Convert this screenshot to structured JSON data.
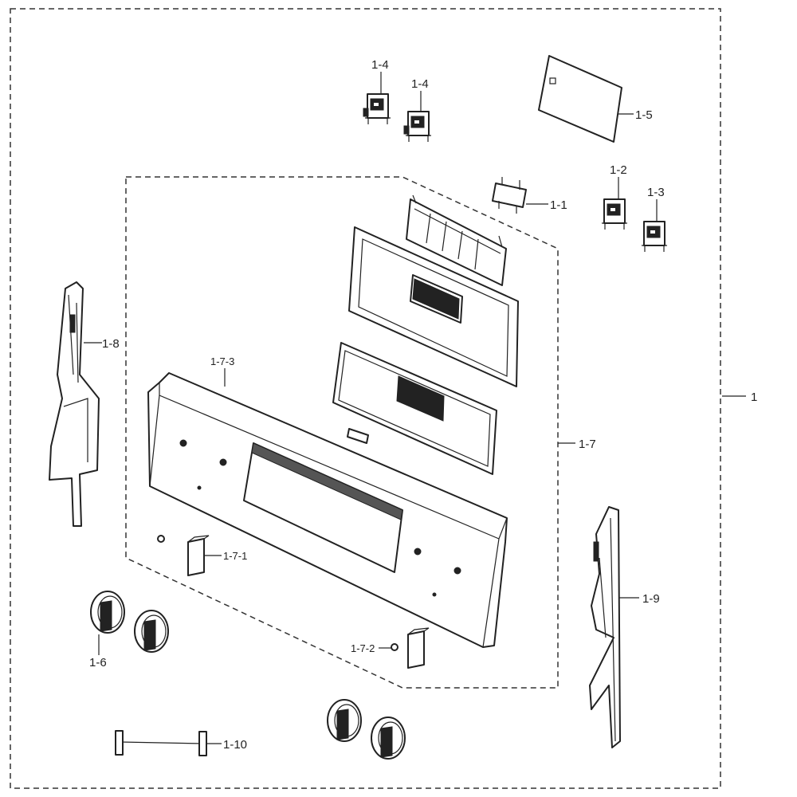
{
  "labels": {
    "l1": "1",
    "l1_1": "1-1",
    "l1_2": "1-2",
    "l1_3": "1-3",
    "l1_4a": "1-4",
    "l1_4b": "1-4",
    "l1_5": "1-5",
    "l1_6": "1-6",
    "l1_7": "1-7",
    "l1_7_1": "1-7-1",
    "l1_7_2": "1-7-2",
    "l1_7_3": "1-7-3",
    "l1_8": "1-8",
    "l1_9": "1-9",
    "l1_10": "1-10"
  }
}
